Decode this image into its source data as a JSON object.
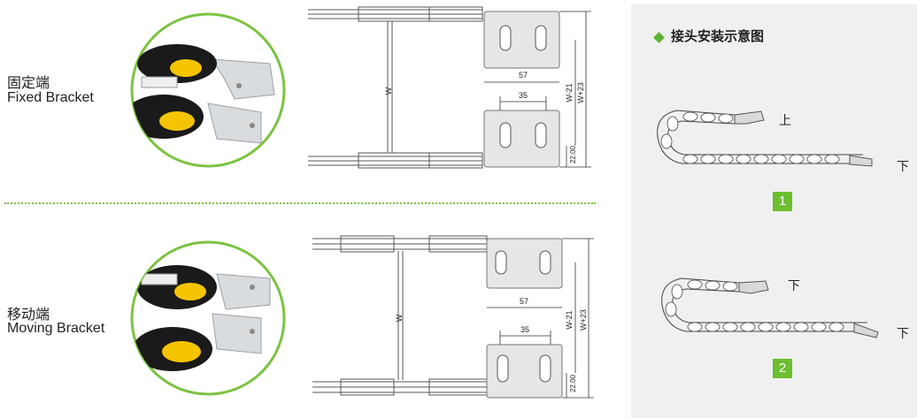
{
  "left_labels": {
    "fixed": {
      "cn": "固定端",
      "en": "Fixed Bracket"
    },
    "moving": {
      "cn": "移动端",
      "en": "Moving Bracket"
    }
  },
  "drawing": {
    "dim_57": "57",
    "dim_35": "35",
    "dim_w": "W",
    "dim_w_minus": "W-21",
    "dim_w_plus": "W+23",
    "dim_22": "22.00"
  },
  "panel": {
    "title": "接头安装示意图",
    "diagram1": {
      "top": "上",
      "bottom": "下",
      "number": "1"
    },
    "diagram2": {
      "top": "下",
      "bottom": "下",
      "number": "2"
    }
  },
  "colors": {
    "accent": "#6cbf2f",
    "panel_bg": "#f0f0f0",
    "bracket_plate": "#e6e6e6"
  }
}
